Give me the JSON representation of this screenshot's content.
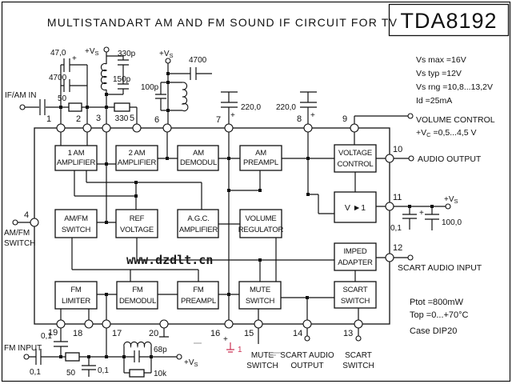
{
  "title": "MULTISTANDART AM AND FM  SOUND IF CIRCUIT FOR TV",
  "part_number": "TDA8192",
  "watermark": "www.dzdlt.cn",
  "red_mark": "1",
  "specs": {
    "line1": "Vs max =16V",
    "line2": "Vs typ  =12V",
    "line3": "Vs rng =10,8...13,2V",
    "line4": "Id     =25mA",
    "ptot": "Ptot =800mW",
    "top": "Top  =0...+70°C",
    "case_": "Case DIP20"
  },
  "pins": {
    "n1": "1",
    "n2": "2",
    "n3": "3",
    "n4": "4",
    "n5": "5",
    "n6": "6",
    "n7": "7",
    "n8": "8",
    "n9": "9",
    "n10": "10",
    "n11": "11",
    "n12": "12",
    "n13": "13",
    "n14": "14",
    "n15": "15",
    "n16": "16",
    "n17": "17",
    "n18": "18",
    "n19": "19",
    "n20": "20"
  },
  "blocks": {
    "am1": {
      "l1": "1 AM",
      "l2": "AMPLIFIER"
    },
    "am2": {
      "l1": "2 AM",
      "l2": "AMPLIFIER"
    },
    "amdem": {
      "l1": "AM",
      "l2": "DEMODUL"
    },
    "ampre": {
      "l1": "AM",
      "l2": "PREAMPL"
    },
    "amfm": {
      "l1": "AM/FM",
      "l2": "SWITCH"
    },
    "ref": {
      "l1": "REF",
      "l2": "VOLTAGE"
    },
    "agc": {
      "l1": "A.G.C.",
      "l2": "AMPLIFIER"
    },
    "volreg": {
      "l1": "VOLUME",
      "l2": "REGULATOR"
    },
    "fmlim": {
      "l1": "FM",
      "l2": "LIMITER"
    },
    "fmdem": {
      "l1": "FM",
      "l2": "DEMODUL"
    },
    "fmpre": {
      "l1": "FM",
      "l2": "PREAMPL"
    },
    "mute": {
      "l1": "MUTE",
      "l2": "SWITCH"
    },
    "vctrl": {
      "l1": "VOLTAGE",
      "l2": "CONTROL"
    },
    "vfollow": {
      "l1": "V ►1"
    },
    "imped": {
      "l1": "IMPED",
      "l2": "ADAPTER"
    },
    "scartsw": {
      "l1": "SCART",
      "l2": "SWITCH"
    }
  },
  "parts": {
    "cap_47_0": "47,0",
    "cap_4700a": "4700",
    "cap_330p": "330p",
    "cap_150p": "150p",
    "cap_100p": "100p",
    "cap_4700b": "4700",
    "res_50a": "50",
    "res_330": "330",
    "cap_220a": "220,0",
    "cap_220b": "220,0",
    "cap_01a": "0,1",
    "cap_100_0": "100,0",
    "cap_01b": "0,1",
    "cap_01c": "0,1",
    "cap_01d": "0,1",
    "res_50b": "50",
    "cap_68p": "68p",
    "res_10k": "10k",
    "plus": "+"
  },
  "io": {
    "if_am_in": "IF/AM IN",
    "am_fm_l1": "AM/FM",
    "am_fm_l2": "SWITCH",
    "fm_input": "FM INPUT",
    "volume_control": "VOLUME CONTROL",
    "vc_base": "+V",
    "vc_sub": "C",
    "vc_val": " =0,5...4,5 V",
    "audio_output": "AUDIO OUTPUT",
    "scart_audio_input": "SCART AUDIO INPUT",
    "mute_l1": "MUTE",
    "mute_l2": "SWITCH",
    "scart_out_l1": "SCART AUDIO",
    "scart_out_l2": "OUTPUT",
    "scart_sw_l1": "SCART",
    "scart_sw_l2": "SWITCH",
    "vs_base": "+V",
    "vs_sub": "S"
  }
}
